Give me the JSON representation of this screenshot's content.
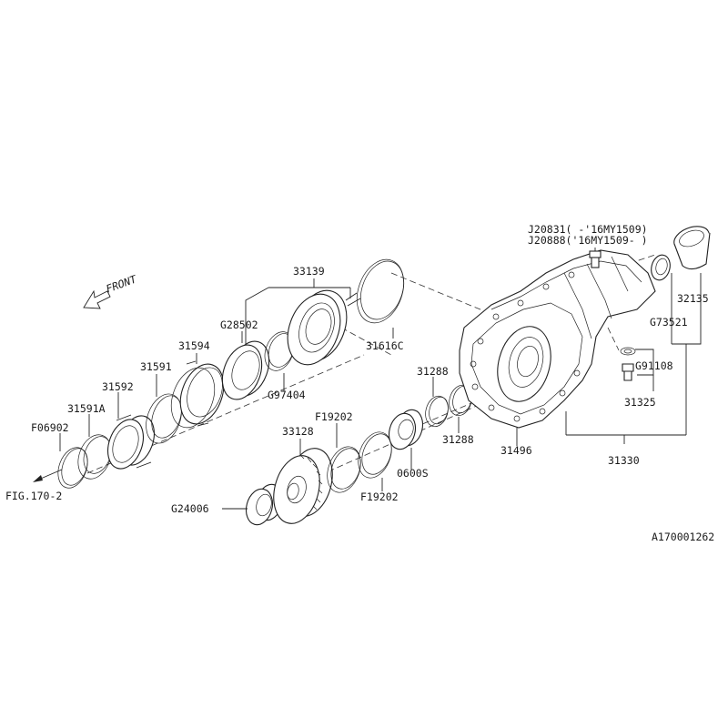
{
  "diagram": {
    "figure_id": "A170001262",
    "front_indicator": "FRONT",
    "fig_reference": "FIG.170-2",
    "callouts": [
      {
        "id": "33139",
        "text": "33139"
      },
      {
        "id": "31616C",
        "text": "31616C"
      },
      {
        "id": "G28502",
        "text": "G28502"
      },
      {
        "id": "31594",
        "text": "31594"
      },
      {
        "id": "G97404",
        "text": "G97404"
      },
      {
        "id": "31591",
        "text": "31591"
      },
      {
        "id": "31592",
        "text": "31592"
      },
      {
        "id": "31591A",
        "text": "31591A"
      },
      {
        "id": "F06902",
        "text": "F06902"
      },
      {
        "id": "31288a",
        "text": "31288"
      },
      {
        "id": "31288b",
        "text": "31288"
      },
      {
        "id": "F19202a",
        "text": "F19202"
      },
      {
        "id": "F19202b",
        "text": "F19202"
      },
      {
        "id": "33128",
        "text": "33128"
      },
      {
        "id": "0600S",
        "text": "0600S"
      },
      {
        "id": "31496",
        "text": "31496"
      },
      {
        "id": "G24006",
        "text": "G24006"
      },
      {
        "id": "J20831",
        "text": "J20831( -'16MY1509)"
      },
      {
        "id": "J20888",
        "text": "J20888('16MY1509- )"
      },
      {
        "id": "32135",
        "text": "32135"
      },
      {
        "id": "G73521",
        "text": "G73521"
      },
      {
        "id": "G91108",
        "text": "G91108"
      },
      {
        "id": "31325",
        "text": "31325"
      },
      {
        "id": "31330",
        "text": "31330"
      }
    ]
  }
}
